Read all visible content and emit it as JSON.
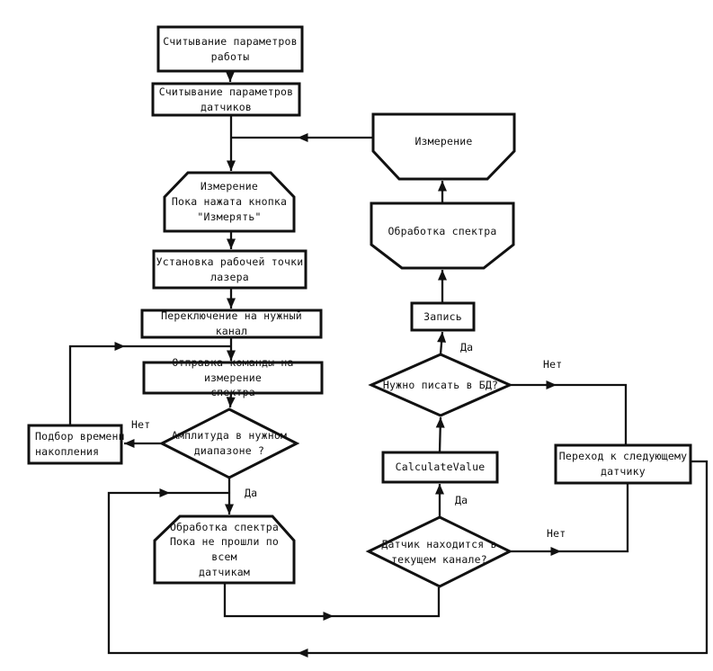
{
  "diagram": {
    "type": "flowchart",
    "language": "ru",
    "colors": {
      "line": "#111111",
      "shape_fill": "#ffffff",
      "background": "#ffffff"
    },
    "nodes": {
      "read_work_params": {
        "shape": "rectangle",
        "label": "Считывание параметров\nработы"
      },
      "read_sensor_params": {
        "shape": "rectangle",
        "label": "Считывание параметров\nдатчиков"
      },
      "measure_loop": {
        "shape": "loop-start",
        "label": "Измерение\nПока нажата кнопка\n\"Измерять\""
      },
      "set_laser_point": {
        "shape": "rectangle",
        "label": "Установка рабочей точки\nлазера"
      },
      "switch_channel": {
        "shape": "rectangle",
        "label": "Переключение на нужный канал"
      },
      "send_measure_cmd": {
        "shape": "rectangle",
        "label": "Отправка команды на измерение\nспектра"
      },
      "amplitude_ok": {
        "shape": "diamond",
        "label": "Амплитуда в нужном\nдиапазоне ?"
      },
      "tune_accum_time": {
        "shape": "rectangle",
        "label": "Подбор времени\nнакопления"
      },
      "process_loop": {
        "shape": "loop-start",
        "label": "Обработка спектра\nПока не прошли по всем\nдатчикам"
      },
      "measure_end": {
        "shape": "loop-end",
        "label": "Измерение"
      },
      "process_spectrum_end": {
        "shape": "loop-end",
        "label": "Обработка спектра"
      },
      "write": {
        "shape": "rectangle",
        "label": "Запись"
      },
      "need_db_write": {
        "shape": "diamond",
        "label": "Нужно писать в БД?"
      },
      "calculate_value": {
        "shape": "rectangle",
        "label": "CalculateValue"
      },
      "next_sensor": {
        "shape": "rectangle",
        "label": "Переход к следующему\nдатчику"
      },
      "sensor_in_channel": {
        "shape": "diamond",
        "label": "Датчик находится в\nтекущем канале?"
      }
    },
    "edge_labels": {
      "amplitude_no": "Нет",
      "amplitude_yes": "Да",
      "db_yes": "Да",
      "db_no": "Нет",
      "sensor_yes": "Да",
      "sensor_no": "Нет"
    },
    "edges": [
      {
        "from": "read_work_params",
        "to": "read_sensor_params",
        "label": ""
      },
      {
        "from": "read_sensor_params",
        "to": "measure_loop",
        "label": ""
      },
      {
        "from": "measure_end",
        "to": "measure_loop",
        "label": ""
      },
      {
        "from": "measure_loop",
        "to": "set_laser_point",
        "label": ""
      },
      {
        "from": "set_laser_point",
        "to": "switch_channel",
        "label": ""
      },
      {
        "from": "switch_channel",
        "to": "send_measure_cmd",
        "label": ""
      },
      {
        "from": "send_measure_cmd",
        "to": "amplitude_ok",
        "label": ""
      },
      {
        "from": "amplitude_ok",
        "to": "tune_accum_time",
        "label": "Нет"
      },
      {
        "from": "tune_accum_time",
        "to": "send_measure_cmd",
        "label": ""
      },
      {
        "from": "amplitude_ok",
        "to": "process_loop",
        "label": "Да"
      },
      {
        "from": "process_loop",
        "to": "sensor_in_channel",
        "label": ""
      },
      {
        "from": "sensor_in_channel",
        "to": "calculate_value",
        "label": "Да"
      },
      {
        "from": "sensor_in_channel",
        "to": "next_sensor",
        "label": "Нет"
      },
      {
        "from": "calculate_value",
        "to": "need_db_write",
        "label": ""
      },
      {
        "from": "need_db_write",
        "to": "write",
        "label": "Да"
      },
      {
        "from": "need_db_write",
        "to": "next_sensor",
        "label": "Нет"
      },
      {
        "from": "write",
        "to": "process_spectrum_end",
        "label": ""
      },
      {
        "from": "process_spectrum_end",
        "to": "measure_end",
        "label": ""
      },
      {
        "from": "next_sensor",
        "to": "process_loop",
        "label": ""
      }
    ]
  }
}
